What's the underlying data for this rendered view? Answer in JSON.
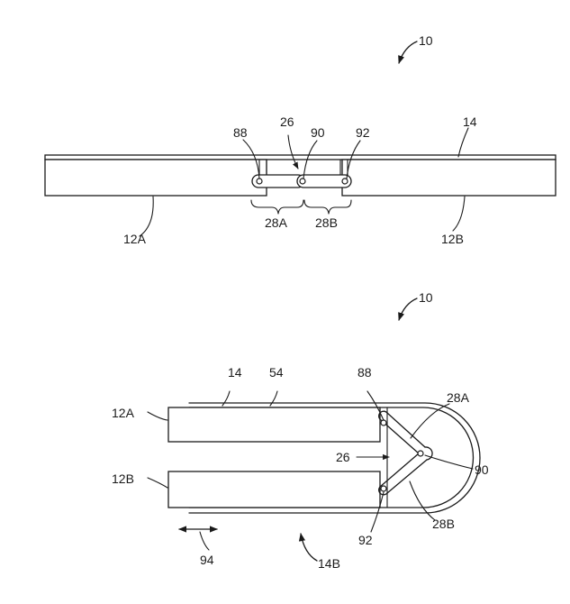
{
  "figures": [
    {
      "id": "flat",
      "labels": {
        "device": "10",
        "housing_left": "12A",
        "housing_right": "12B",
        "display": "14",
        "hinge": "26",
        "link_left": "28A",
        "link_right": "28B",
        "pin_left": "88",
        "pin_center": "90",
        "pin_right": "92"
      }
    },
    {
      "id": "folded",
      "labels": {
        "device": "10",
        "housing_top": "12A",
        "housing_bottom": "12B",
        "display": "14",
        "display_layer": "54",
        "hinge": "26",
        "link_top": "28A",
        "link_bottom": "28B",
        "pin_top": "88",
        "pin_center": "90",
        "pin_bottom": "92",
        "slide_direction": "94",
        "display_bend": "14B"
      }
    }
  ]
}
